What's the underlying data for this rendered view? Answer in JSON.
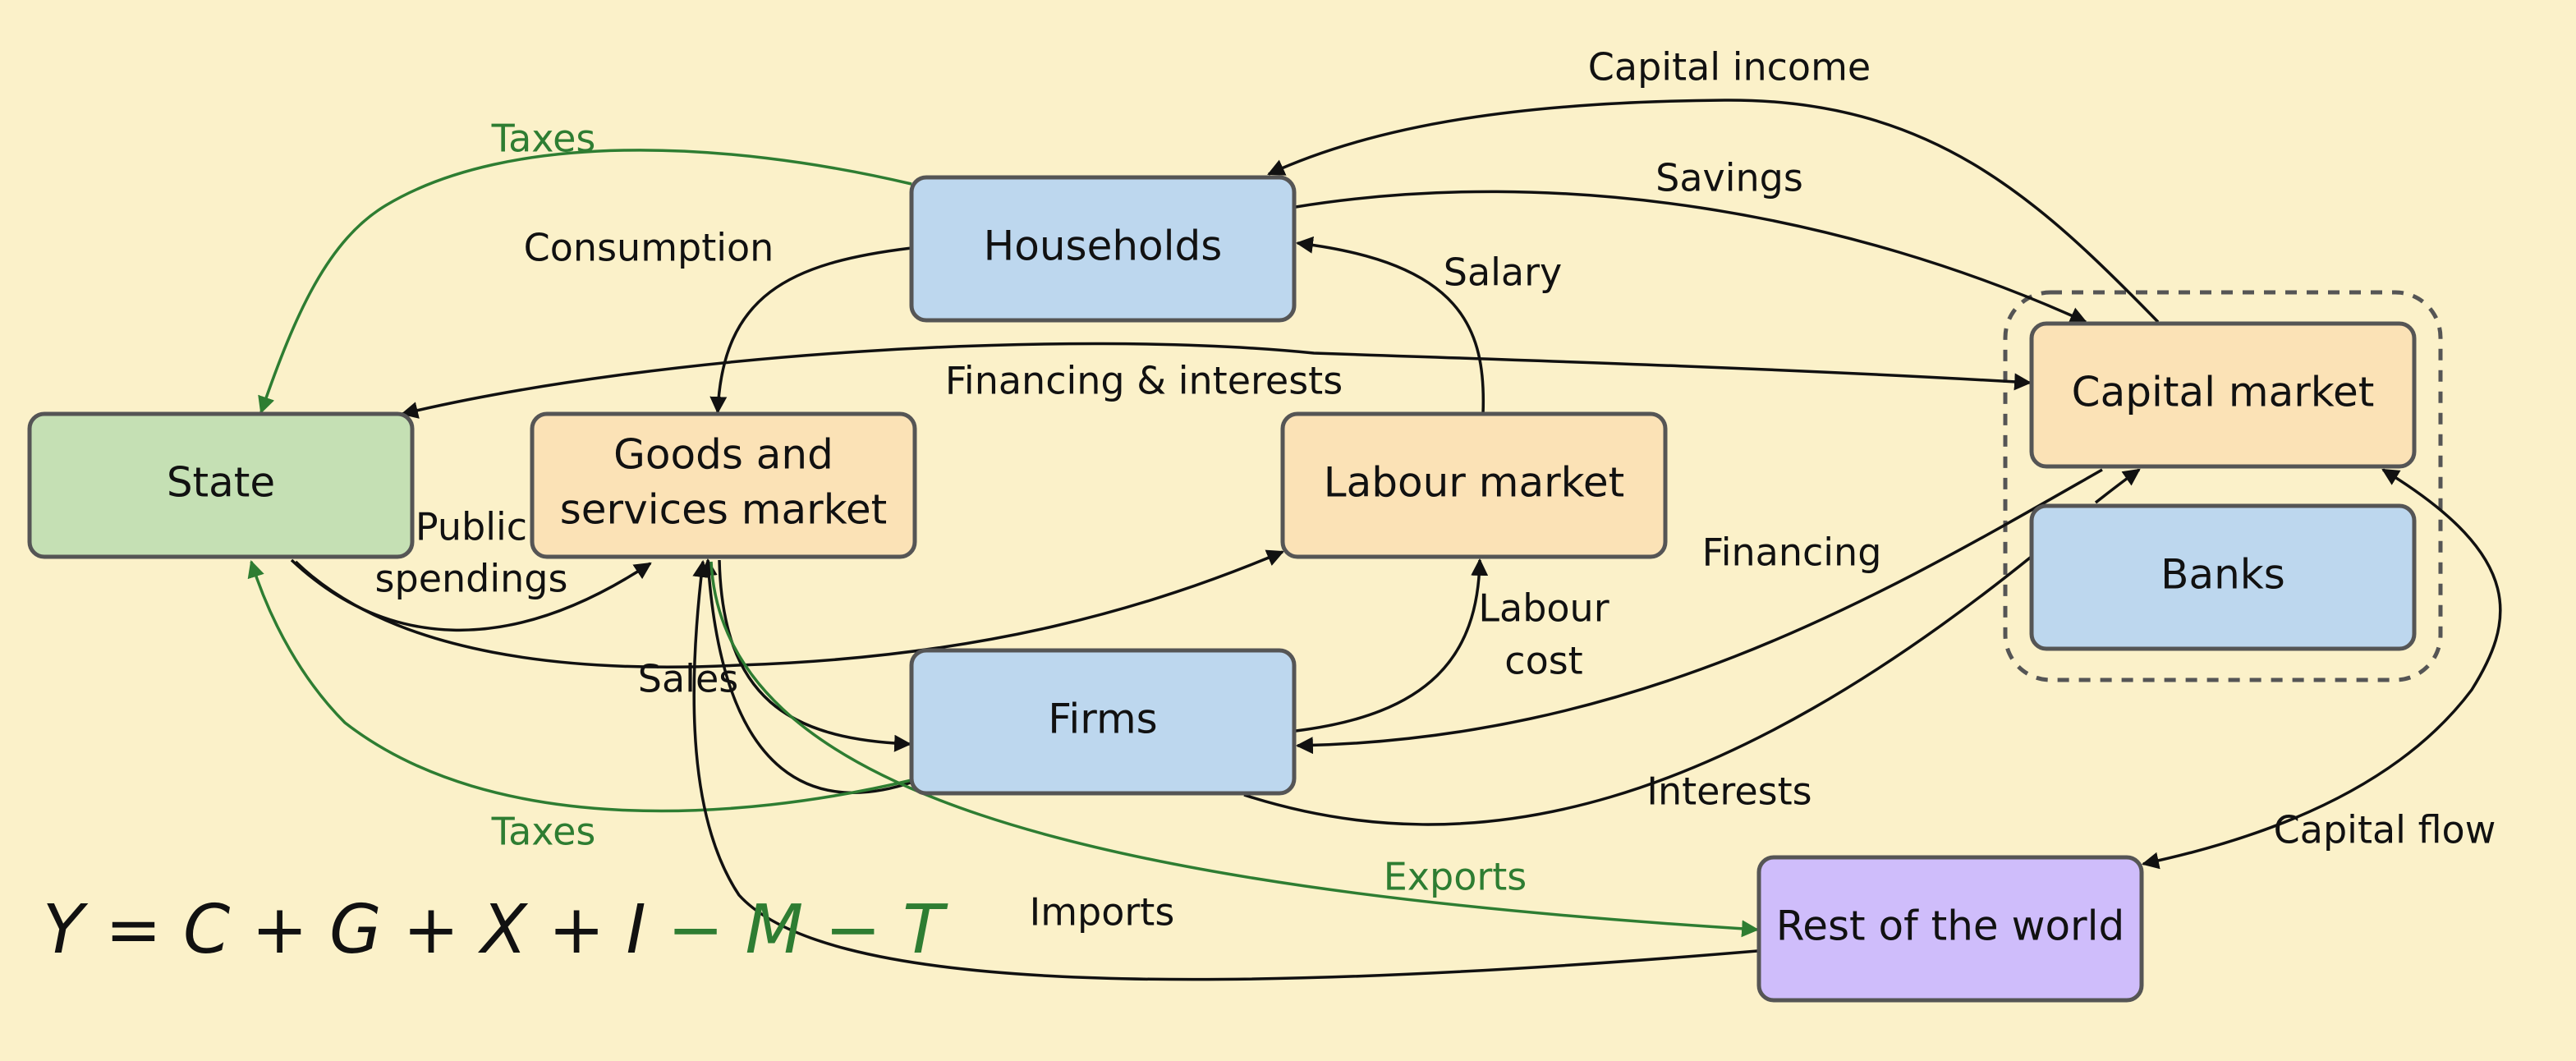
{
  "colors": {
    "background": "#fbf1c9",
    "households": "#bdd7ee",
    "state": "#c5e0b4",
    "markets": "#fbe2b6",
    "rest_of_world": "#cfbdfb",
    "taxes_green": "#2e7d32",
    "edge_black": "#111111"
  },
  "nodes": {
    "households": "Households",
    "state": "State",
    "goods_market_line1": "Goods and",
    "goods_market_line2": "services market",
    "labour_market": "Labour market",
    "capital_market": "Capital market",
    "banks": "Banks",
    "firms": "Firms",
    "rest_of_world": "Rest of the world"
  },
  "edges": {
    "capital_income": "Capital income",
    "taxes_households": "Taxes",
    "savings": "Savings",
    "consumption": "Consumption",
    "salary": "Salary",
    "financing_interests": "Financing & interests",
    "public_spendings_line1": "Public",
    "public_spendings_line2": "spendings",
    "financing": "Financing",
    "labour_cost_line1": "Labour",
    "labour_cost_line2": "cost",
    "sales": "Sales",
    "taxes_firms": "Taxes",
    "interests": "Interests",
    "capital_flow": "Capital flow",
    "exports": "Exports",
    "imports": "Imports"
  },
  "formula": {
    "Y": "Y",
    "eq": " = ",
    "C": "C",
    "plus1": " + ",
    "G": "G",
    "plus2": " + ",
    "X": "X",
    "plus3": " + ",
    "I": "I",
    "minus1": " − ",
    "M": "M",
    "minus2": " − ",
    "T": "T"
  }
}
